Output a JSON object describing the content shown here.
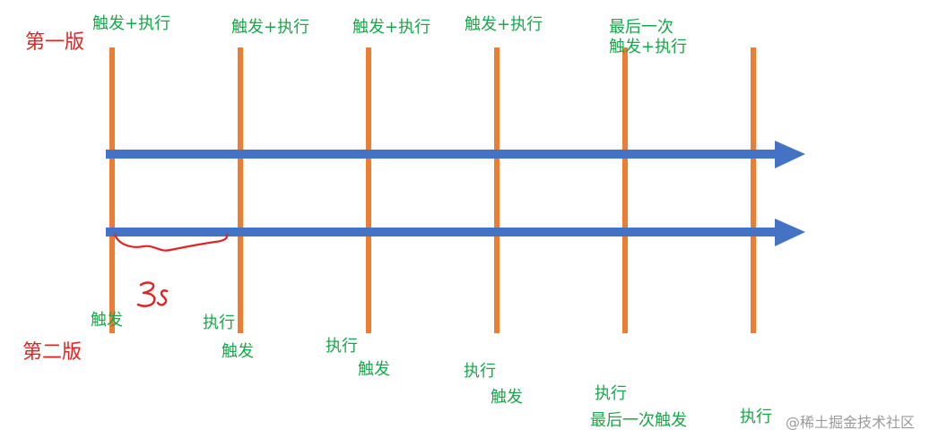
{
  "colors": {
    "timeline": "#4472c4",
    "marker": "#ed7d31",
    "label": "#1aa64a",
    "version": "#e02424",
    "annotation": "#e02424",
    "watermark": "#9a9a9a"
  },
  "versions": {
    "v1": "第一版",
    "v2": "第二版"
  },
  "v1_labels": [
    "触发+执行",
    "触发+执行",
    "触发+执行",
    "触发+执行",
    "最后一次\n触发+执行"
  ],
  "v2_labels": {
    "first_trigger": "触发",
    "m2_exec": "执行",
    "m2_trigger": "触发",
    "m3_exec": "执行",
    "m3_trigger": "触发",
    "m4_exec": "执行",
    "m4_trigger": "触发",
    "m5_exec": "执行",
    "m5_last_trigger": "最后一次触发",
    "m6_exec": "执行"
  },
  "annotation": "3s",
  "watermark": "@稀土掘金技术社区"
}
